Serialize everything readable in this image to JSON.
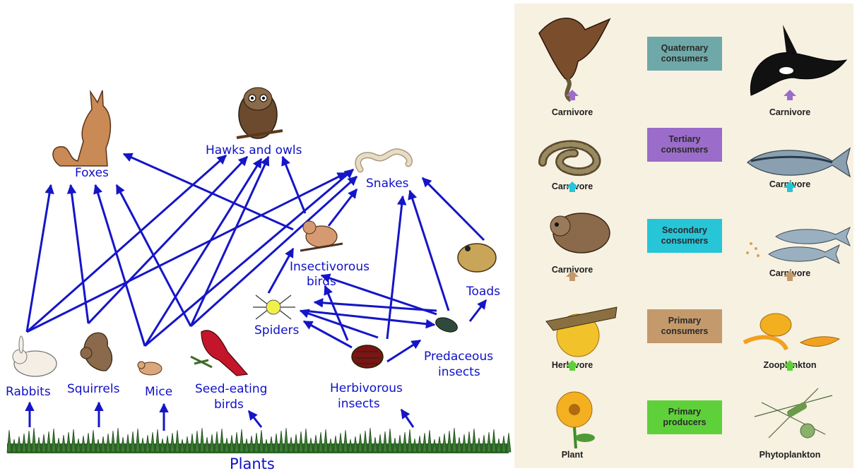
{
  "food_web": {
    "nodes": {
      "foxes": "Foxes",
      "hawks_owls": "Hawks and owls",
      "snakes": "Snakes",
      "insectivorous_birds_1": "Insectivorous",
      "insectivorous_birds_2": "birds",
      "spiders": "Spiders",
      "toads": "Toads",
      "predaceous_1": "Predaceous",
      "predaceous_2": "insects",
      "herbivorous_1": "Herbivorous",
      "herbivorous_2": "insects",
      "rabbits": "Rabbits",
      "squirrels": "Squirrels",
      "mice": "Mice",
      "seed_eating_1": "Seed-eating",
      "seed_eating_2": "birds",
      "plants": "Plants"
    },
    "arrow_color": "#1515c8"
  },
  "food_chain": {
    "levels": [
      {
        "label": "Quaternary\nconsumers",
        "color": "#6fa8a8"
      },
      {
        "label": "Tertiary\nconsumers",
        "color": "#9b6cc9"
      },
      {
        "label": "Secondary\nconsumers",
        "color": "#27c5d8"
      },
      {
        "label": "Primary\nconsumers",
        "color": "#c49a6c"
      },
      {
        "label": "Primary\nproducers",
        "color": "#5ed13a"
      }
    ],
    "land_captions": [
      "Carnivore",
      "Carnivore",
      "Carnivore",
      "Herbivore",
      "Plant"
    ],
    "sea_captions": [
      "Carnivore",
      "Carnivore",
      "Carnivore",
      "Zooplankton",
      "Phytoplankton"
    ],
    "arrow_colors": [
      "#9b6cc9",
      "#27c5d8",
      "#c49a6c",
      "#5ed13a"
    ]
  }
}
